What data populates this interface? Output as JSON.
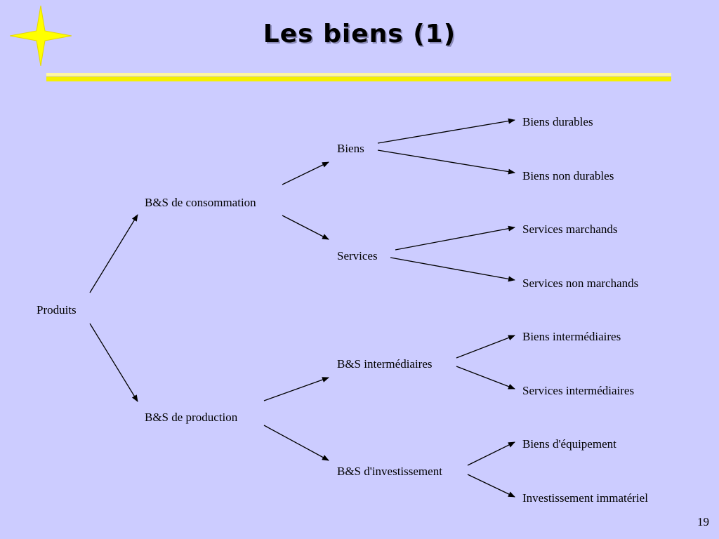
{
  "slide": {
    "title": "Les biens (1)",
    "page_number": "19",
    "accent_color": "#f5f000",
    "background_color": "#ccccff",
    "decoration_icon": "four-point-star-icon"
  },
  "diagram": {
    "root": "Produits",
    "level1": {
      "consommation": "B&S de consommation",
      "production": "B&S de production"
    },
    "level2": {
      "biens": "Biens",
      "services": "Services",
      "intermediaires": "B&S intermédiaires",
      "investissement": "B&S d'investissement"
    },
    "level3": {
      "biens_durables": "Biens durables",
      "biens_non_durables": "Biens non durables",
      "services_marchands": "Services marchands",
      "services_non_marchands": "Services non marchands",
      "biens_intermediaires": "Biens intermédiaires",
      "services_intermediaires": "Services intermédiaires",
      "biens_equipement": "Biens d'équipement",
      "investissement_immateriel": "Investissement immatériel"
    }
  }
}
